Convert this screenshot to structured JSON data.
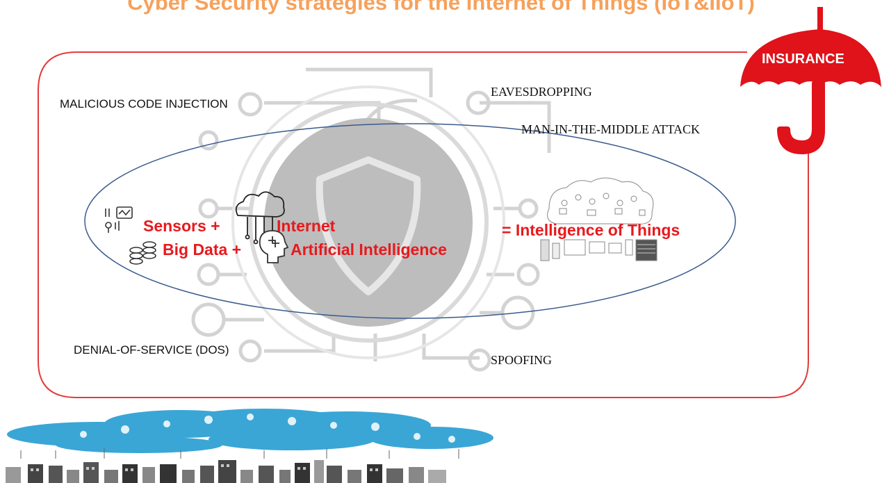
{
  "title": "Cyber Security strategies for the Internet of Things (IoT&IIoT)",
  "threats": {
    "malicious_code_injection": "MALICIOUS CODE INJECTION",
    "eavesdropping": "EAVESDROPPING",
    "man_in_the_middle": "MAN-IN-THE-MIDDLE ATTACK",
    "denial_of_service": "DENIAL-OF-SERVICE (DOS)",
    "spoofing": "SPOOFING"
  },
  "equation": {
    "sensors": "Sensors +",
    "internet": "Internet",
    "big_data": "Big Data +",
    "artificial_intelligence": "Artificial Intelligence",
    "result": "= Intelligence of Things"
  },
  "insurance_label": "INSURANCE",
  "colors": {
    "title": "#f6a15c",
    "frame": "#e33b3b",
    "ellipse": "#3a5a8c",
    "highlight_red": "#e8191d",
    "umbrella": "#e0121a",
    "cloud_blue": "#3aa6d6"
  },
  "icons": [
    "shield-icon",
    "sensor-icon",
    "cloud-network-icon",
    "database-icon",
    "ai-head-icon",
    "iot-devices-icon",
    "umbrella-icon",
    "smart-city-icon"
  ]
}
